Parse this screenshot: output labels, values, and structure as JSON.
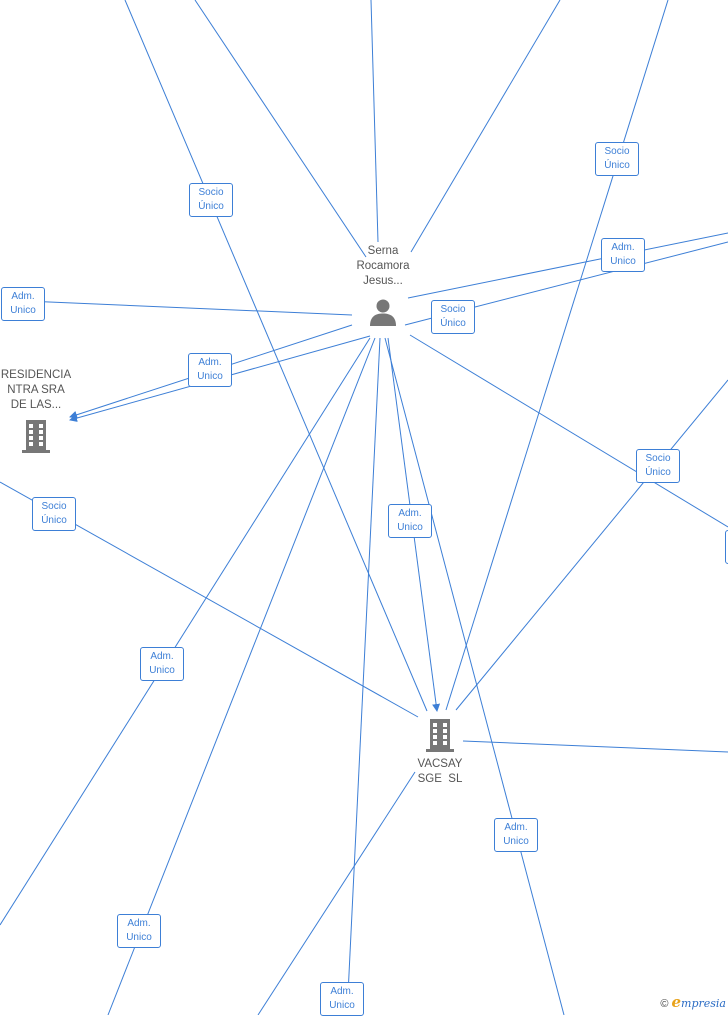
{
  "nodes": {
    "person": {
      "name_line1": "Serna",
      "name_line2": "Rocamora",
      "name_line3": "Jesus...",
      "icon": "person-icon"
    },
    "company_residencia": {
      "name_line1": "RESIDENCIA",
      "name_line2": "NTRA SRA",
      "name_line3": "DE LAS...",
      "icon": "building-icon"
    },
    "company_vacsay": {
      "name_line1": "VACSAY",
      "name_line2": "SGE  SL",
      "icon": "building-icon"
    }
  },
  "relations": [
    {
      "line1": "Socio",
      "line2": "Único"
    },
    {
      "line1": "Socio",
      "line2": "Único"
    },
    {
      "line1": "Adm.",
      "line2": "Unico"
    },
    {
      "line1": "Adm.",
      "line2": "Unico"
    },
    {
      "line1": "Socio",
      "line2": "Único"
    },
    {
      "line1": "Adm.",
      "line2": "Unico"
    },
    {
      "line1": "Socio",
      "line2": "Único"
    },
    {
      "line1": "Socio",
      "line2": "Único"
    },
    {
      "line1": "Adm.",
      "line2": "Unico"
    },
    {
      "line1": "Adm.",
      "line2": "Unico"
    },
    {
      "line1": "Adm.",
      "line2": "Unico"
    },
    {
      "line1": "Adm.",
      "line2": "Unico"
    },
    {
      "line1": "Adm.",
      "line2": "Unico"
    }
  ],
  "footer": {
    "copyright_symbol": "©",
    "brand_initial": "e",
    "brand_rest": "mpresia"
  },
  "colors": {
    "edge": "#3d7fd6",
    "node_icon": "#777777",
    "brand_orange": "#e8a21a",
    "brand_blue": "#2b6cc4"
  }
}
